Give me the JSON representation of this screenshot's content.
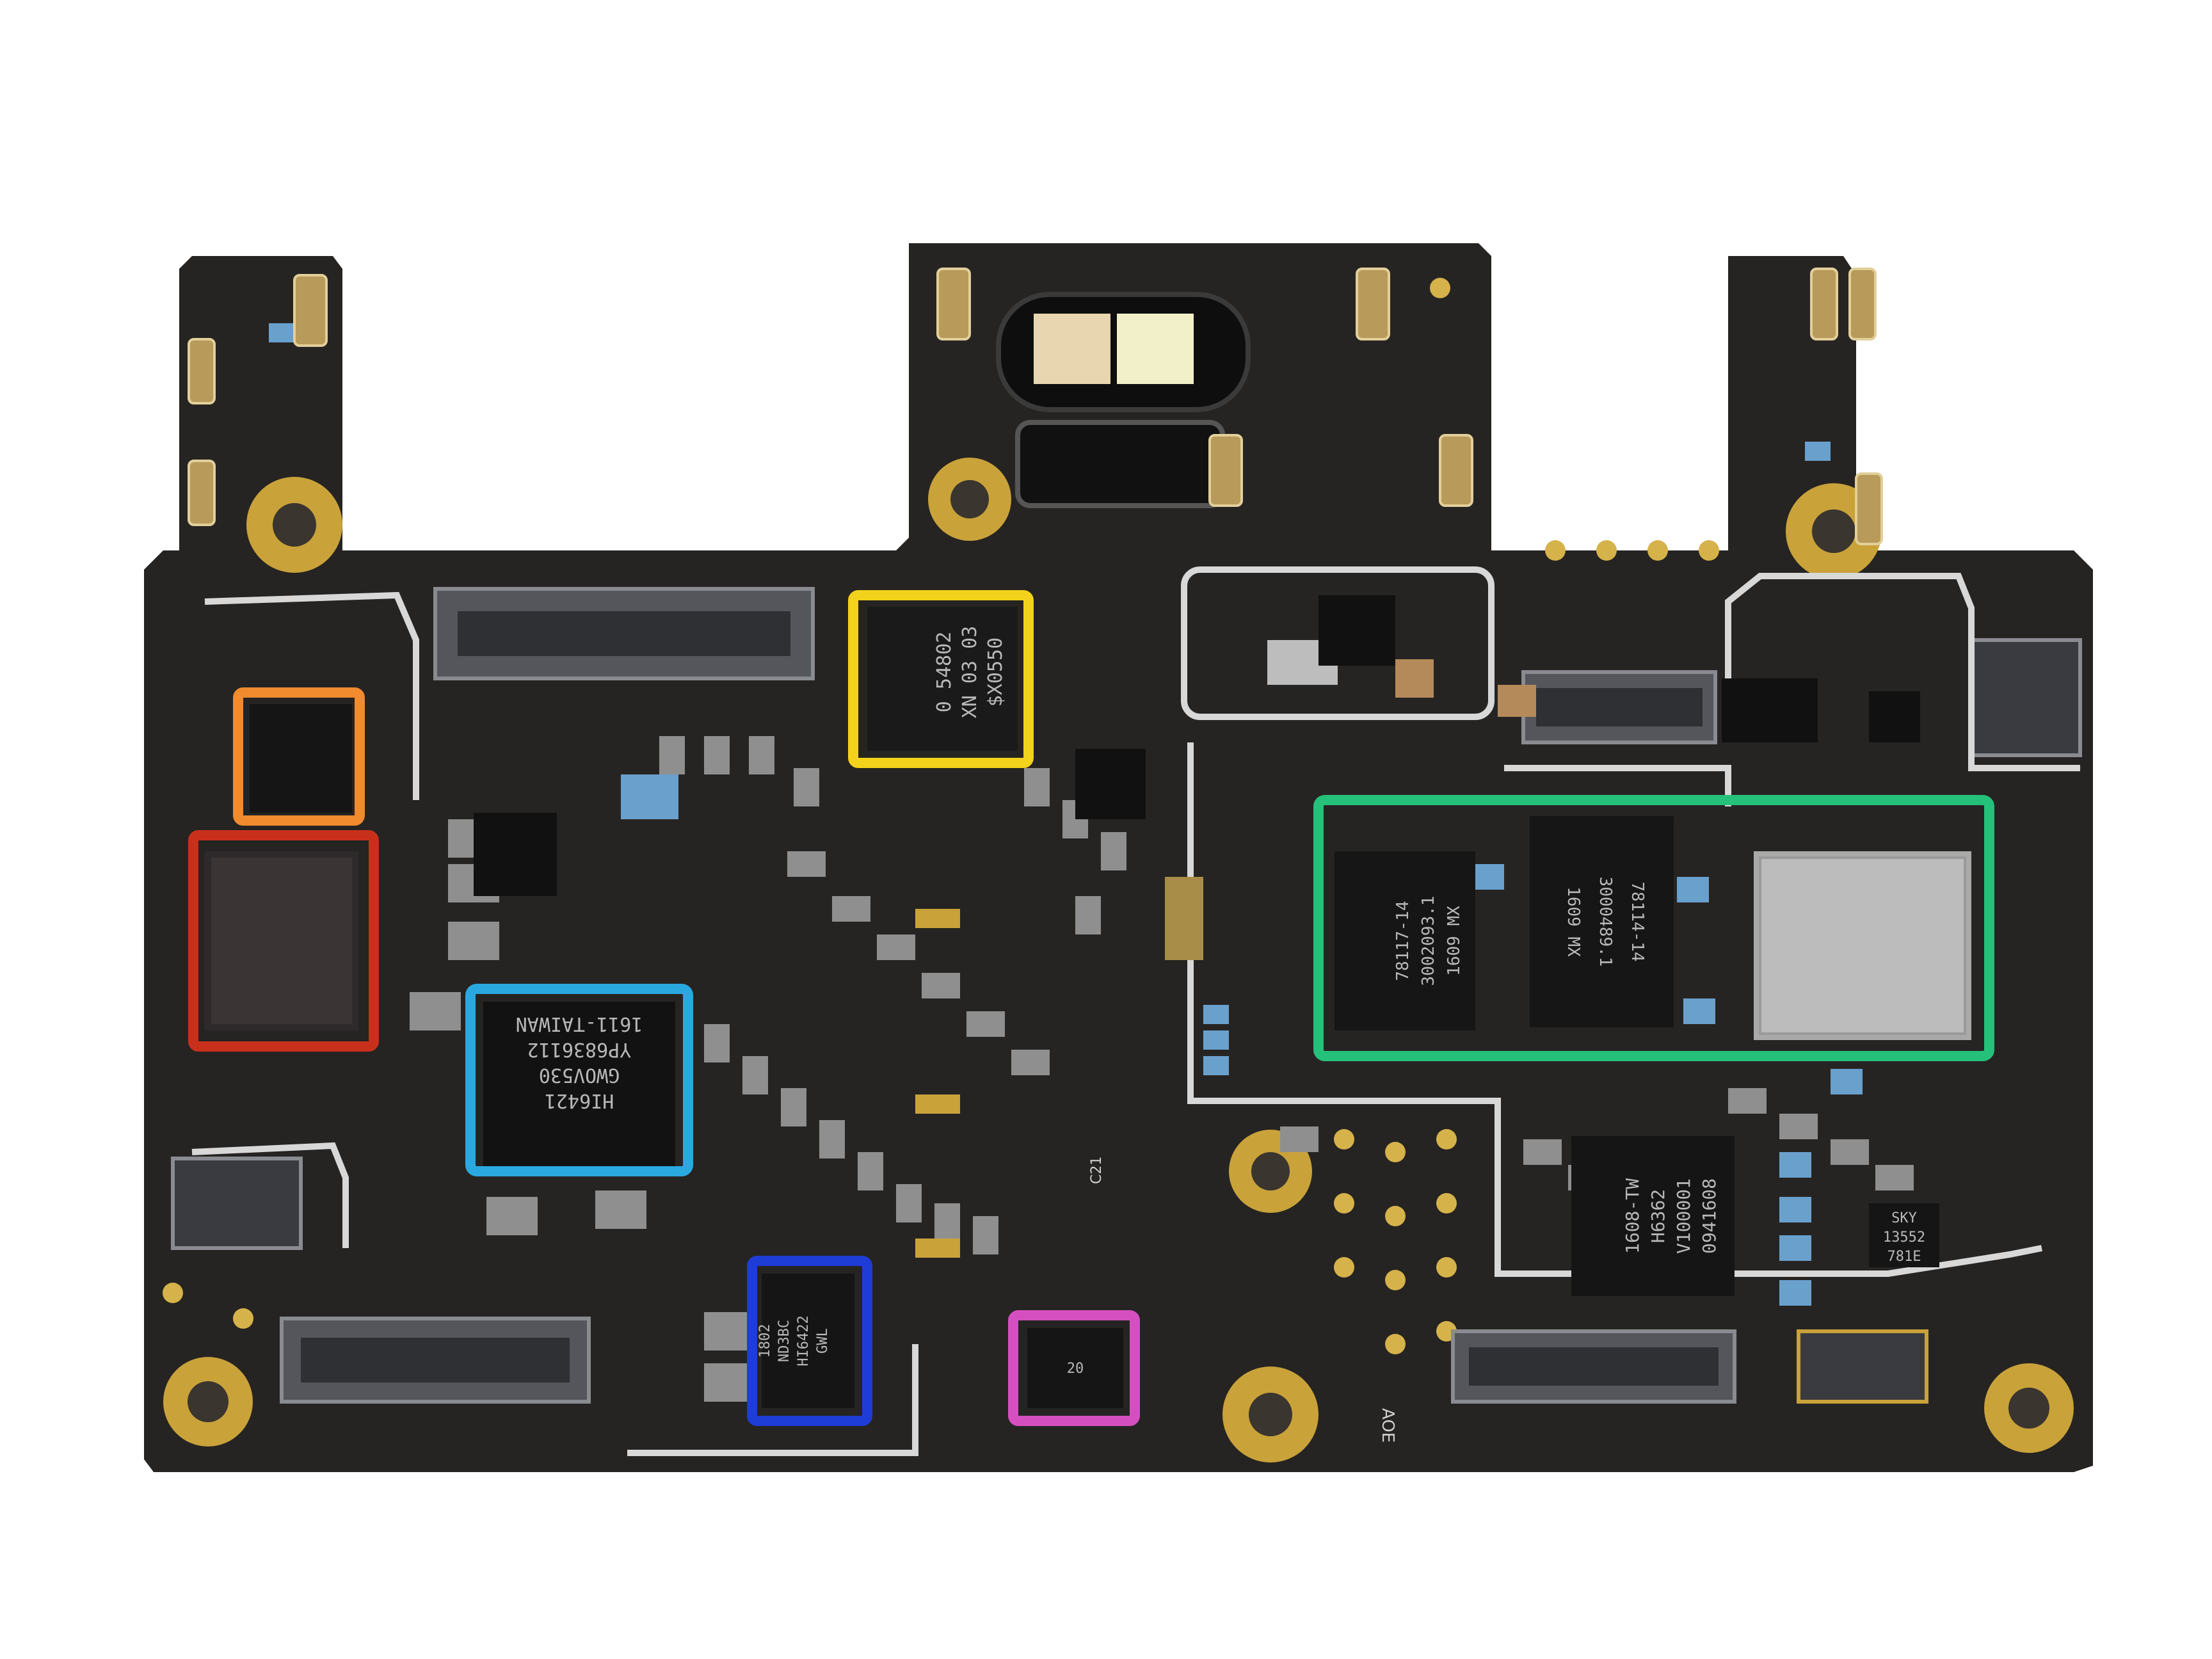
{
  "colors": {
    "background": "#ffffff",
    "pcb": "#262422",
    "gold": "#c9a23a",
    "shield": "#d8d8d8",
    "chip": "#111111"
  },
  "highlights": {
    "orange": "#f28a2e",
    "red": "#c9301c",
    "yellow": "#f2d21a",
    "light_blue": "#2aa8e0",
    "green": "#25c07a",
    "dark_blue": "#1e3cd6",
    "magenta": "#d64fc0"
  },
  "chips": {
    "yellow_chip": [
      "0 54802",
      "XN 03 03",
      "$X0550"
    ],
    "light_blue_chip": [
      "1611-TAIWAN",
      "YP6836112",
      "GWOV530",
      "HI6421"
    ],
    "green_left_chip": [
      "78117-14",
      "3002093.1",
      "1609 MX"
    ],
    "green_mid_chip": [
      "1609 MX",
      "3000489.1",
      "78114-14"
    ],
    "lower_right_chip": [
      "H6362",
      "V100001",
      "0941608",
      "1608-TW"
    ],
    "dark_blue_chip": [
      "HI6422",
      "GWL",
      "ND3BC",
      "1802"
    ],
    "magenta_chip": [
      "20"
    ],
    "small_right_chip": [
      "SKY",
      "13552",
      "781E"
    ]
  },
  "silkscreen": {
    "label_a": "AOE",
    "label_b": "C21"
  }
}
